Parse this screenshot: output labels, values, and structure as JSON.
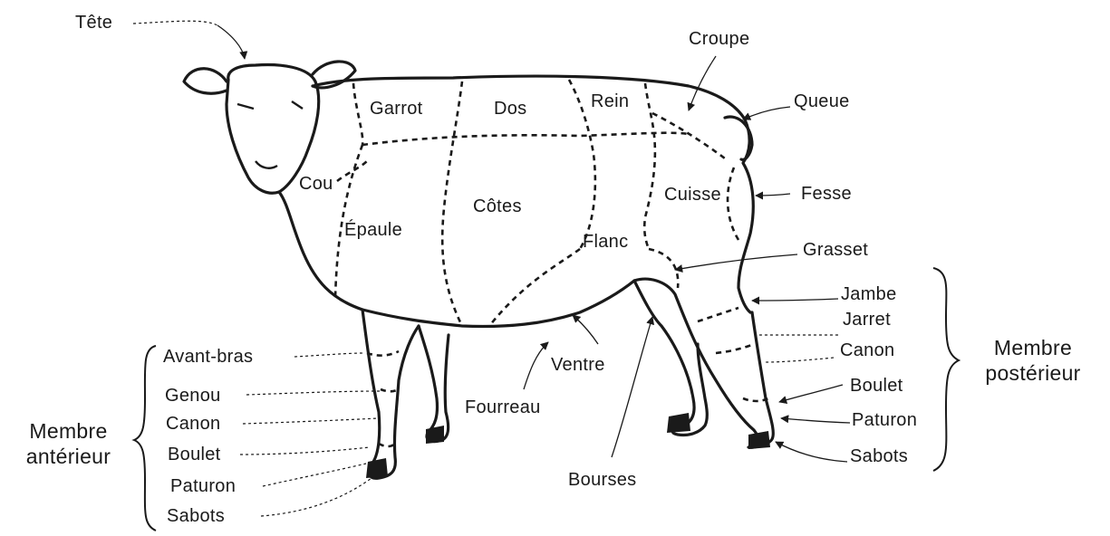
{
  "labels": {
    "tete": "Tête",
    "croupe": "Croupe",
    "queue": "Queue",
    "garrot": "Garrot",
    "dos": "Dos",
    "rein": "Rein",
    "cou": "Cou",
    "cotes": "Côtes",
    "cuisse": "Cuisse",
    "fesse": "Fesse",
    "epaule": "Épaule",
    "flanc": "Flanc",
    "grasset": "Grasset",
    "ventre": "Ventre",
    "fourreau": "Fourreau",
    "bourses": "Bourses"
  },
  "anterior": {
    "group_line1": "Membre",
    "group_line2": "antérieur",
    "items": [
      "Avant-bras",
      "Genou",
      "Canon",
      "Boulet",
      "Paturon",
      "Sabots"
    ]
  },
  "posterior": {
    "group_line1": "Membre",
    "group_line2": "postérieur",
    "items": [
      "Jambe",
      "Jarret",
      "Canon",
      "Boulet",
      "Paturon",
      "Sabots"
    ]
  }
}
